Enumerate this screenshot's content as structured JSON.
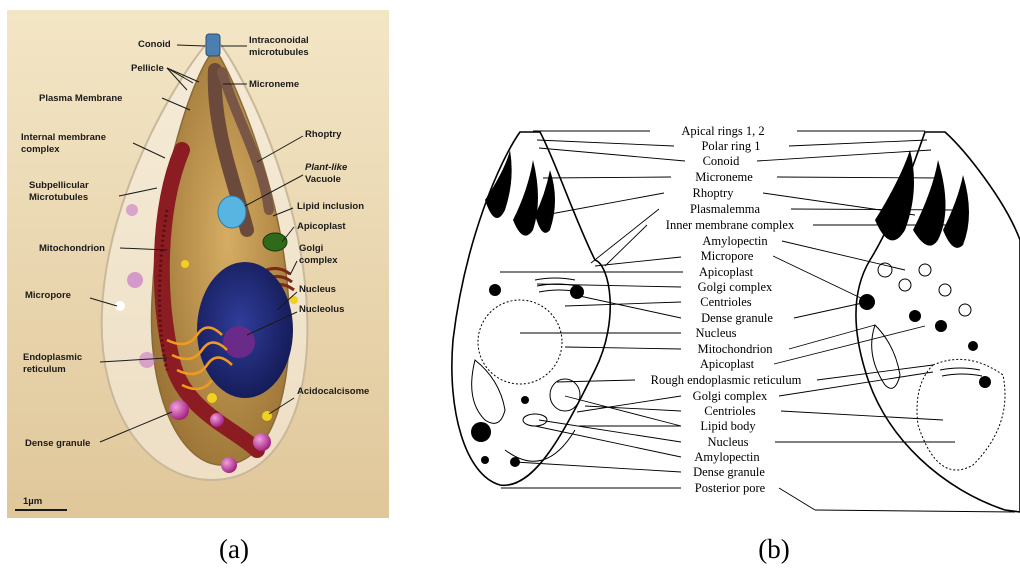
{
  "panel_a": {
    "labels": {
      "conoid": "Conoid",
      "intraconoidal_1": "Intraconoidal",
      "intraconoidal_2": "microtubules",
      "pellicle": "Pellicle",
      "microneme": "Microneme",
      "plasma_membrane": "Plasma Membrane",
      "imc_1": "Internal membrane",
      "imc_2": "complex",
      "rhoptry": "Rhoptry",
      "plantlike_1": "Plant-like",
      "plantlike_2": "Vacuole",
      "subpellicular_1": "Subpellicular",
      "subpellicular_2": "Microtubules",
      "lipid_inclusion": "Lipid inclusion",
      "apicoplast": "Apicoplast",
      "mitochondrion": "Mitochondrion",
      "golgi_1": "Golgi",
      "golgi_2": "complex",
      "nucleus": "Nucleus",
      "nucleolus": "Nucleolus",
      "micropore": "Micropore",
      "er_1": "Endoplasmic",
      "er_2": "reticulum",
      "acidocalcisome": "Acidocalcisome",
      "dense_granule": "Dense granule",
      "scale_bar": "1µm"
    },
    "colors": {
      "background": "#ecd9b4",
      "cytoplasm": "#c79a52",
      "nucleus": "#1f2a7a",
      "nucleolus": "#6a2a8a",
      "mitochondrion": "#8a1c22",
      "rhoptry": "#6b4a3c",
      "vacuole": "#58b4e0",
      "apicoplast": "#2e6a1a",
      "granule": "#c03a9a",
      "acidocalcisome": "#f0d020",
      "er": "#f09a20"
    }
  },
  "panel_b": {
    "labels": [
      "Apical rings 1, 2",
      "Polar ring 1",
      "Conoid",
      "Microneme",
      "Rhoptry",
      "Plasmalemma",
      "Inner membrane complex",
      "Amylopectin",
      "Micropore",
      "Apicoplast",
      "Golgi complex",
      "Centrioles",
      "Dense granule",
      "Nucleus",
      "Mitochondrion",
      "Apicoplast",
      "Rough endoplasmic reticulum",
      "Golgi complex",
      "Centrioles",
      "Lipid body",
      "Nucleus",
      "Amylopectin",
      "Dense granule",
      "Posterior pore"
    ]
  },
  "captions": {
    "a": "(a)",
    "b": "(b)"
  }
}
